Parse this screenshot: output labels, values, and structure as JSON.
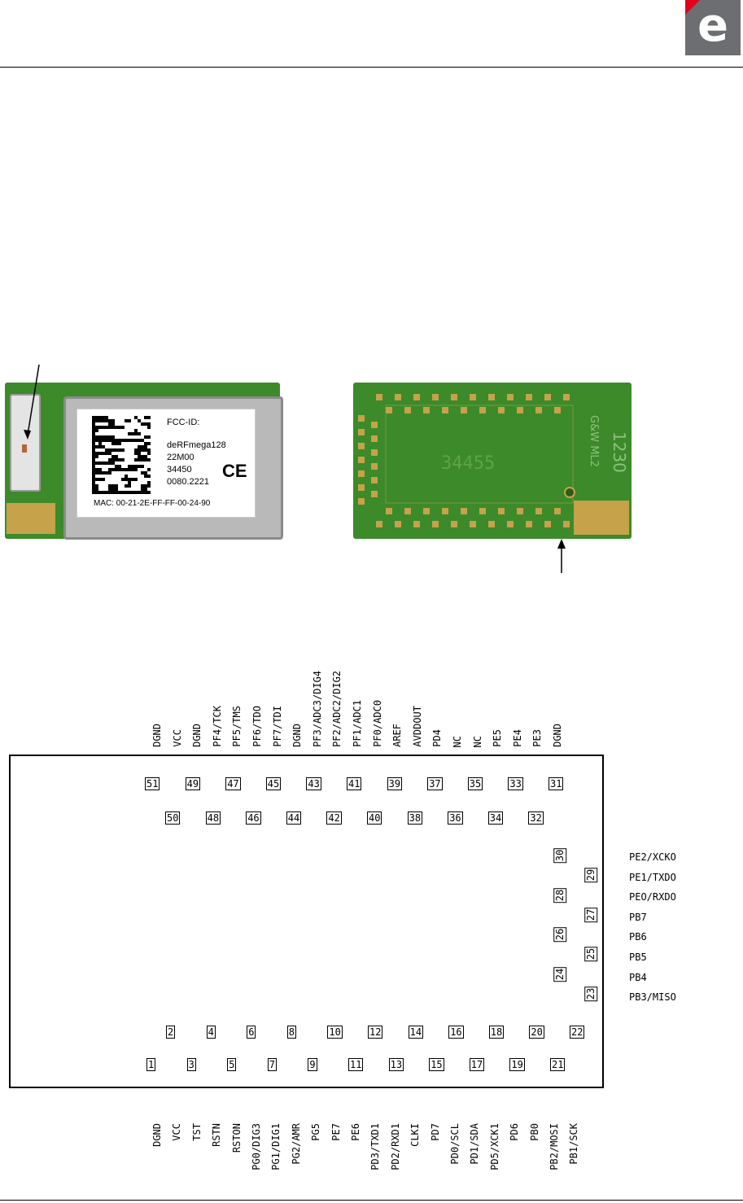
{
  "header": {
    "logo_letter": "e"
  },
  "photos": {
    "label": {
      "fcc": "FCC-ID:",
      "model": "deRFmega128",
      "line2": "22M00",
      "line3": "34450",
      "line4": "0080.2221",
      "ce": "CE",
      "mac": "MAC: 00-21-2E-FF-FF-00-24-90"
    },
    "back": {
      "code": "34455",
      "date_code": "1230",
      "maker": "G&W ML2"
    }
  },
  "pinout": {
    "top_labels": [
      "DGND",
      "VCC",
      "DGND",
      "PF4/TCK",
      "PF5/TMS",
      "PF6/TDO",
      "PF7/TDI",
      "DGND",
      "PF3/ADC3/DIG4",
      "PF2/ADC2/DIG2",
      "PF1/ADC1",
      "PF0/ADC0",
      "AREF",
      "AVDDOUT",
      "PD4",
      "NC",
      "NC",
      "PE5",
      "PE4",
      "PE3",
      "DGND"
    ],
    "bottom_labels": [
      "DGND",
      "VCC",
      "TST",
      "RSTN",
      "RSTON",
      "PG0/DIG3",
      "PG1/DIG1",
      "PG2/AMR",
      "PG5",
      "PE7",
      "PE6",
      "PD3/TXD1",
      "PD2/RXD1",
      "CLKI",
      "PD7",
      "PD0/SCL",
      "PD1/SDA",
      "PD5/XCK1",
      "PD6",
      "PB0",
      "PB2/MOSI",
      "PB1/SCK"
    ],
    "right_labels": [
      "PE2/XCKO",
      "PE1/TXDO",
      "PEO/RXDO",
      "PB7",
      "PB6",
      "PB5",
      "PB4",
      "PB3/MISO"
    ],
    "top_row_odd": [
      "51",
      "49",
      "47",
      "45",
      "43",
      "41",
      "39",
      "37",
      "35",
      "33",
      "31"
    ],
    "top_row_even": [
      "50",
      "48",
      "46",
      "44",
      "42",
      "40",
      "38",
      "36",
      "34",
      "32"
    ],
    "bottom_row_even": [
      "2",
      "4",
      "6",
      "8",
      "10",
      "12",
      "14",
      "16",
      "18",
      "20",
      "22"
    ],
    "bottom_row_odd": [
      "1",
      "3",
      "5",
      "7",
      "9",
      "11",
      "13",
      "15",
      "17",
      "19",
      "21"
    ],
    "right_inner": [
      "30",
      "28",
      "26",
      "24"
    ],
    "right_outer": [
      "29",
      "27",
      "25",
      "23"
    ]
  }
}
